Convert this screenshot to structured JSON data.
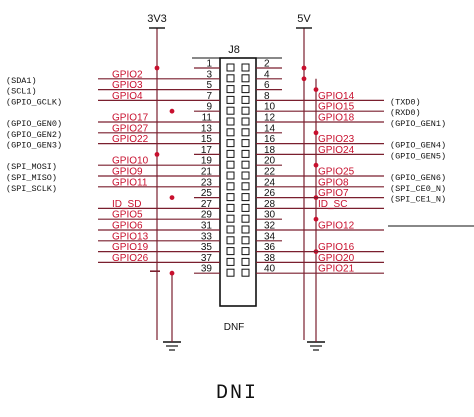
{
  "rails": {
    "left": "3V3",
    "right": "5V"
  },
  "connector": {
    "ref": "J8",
    "note": "DNF"
  },
  "footer": "DNI",
  "rows": [
    {
      "l_pin": "1",
      "r_pin": "2",
      "l_net": "",
      "r_net": "",
      "l_alt": "",
      "r_alt": ""
    },
    {
      "l_pin": "3",
      "r_pin": "4",
      "l_net": "GPIO2",
      "r_net": "",
      "l_alt": "(SDA1)",
      "r_alt": ""
    },
    {
      "l_pin": "5",
      "r_pin": "6",
      "l_net": "GPIO3",
      "r_net": "",
      "l_alt": "(SCL1)",
      "r_alt": ""
    },
    {
      "l_pin": "7",
      "r_pin": "8",
      "l_net": "GPIO4",
      "r_net": "GPIO14",
      "l_alt": "(GPIO_GCLK)",
      "r_alt": "(TXD0)"
    },
    {
      "l_pin": "9",
      "r_pin": "10",
      "l_net": "",
      "r_net": "GPIO15",
      "l_alt": "",
      "r_alt": "(RXD0)"
    },
    {
      "l_pin": "11",
      "r_pin": "12",
      "l_net": "GPIO17",
      "r_net": "GPIO18",
      "l_alt": "(GPIO_GEN0)",
      "r_alt": "(GPIO_GEN1)"
    },
    {
      "l_pin": "13",
      "r_pin": "14",
      "l_net": "GPIO27",
      "r_net": "",
      "l_alt": "(GPIO_GEN2)",
      "r_alt": ""
    },
    {
      "l_pin": "15",
      "r_pin": "16",
      "l_net": "GPIO22",
      "r_net": "GPIO23",
      "l_alt": "(GPIO_GEN3)",
      "r_alt": "(GPIO_GEN4)"
    },
    {
      "l_pin": "17",
      "r_pin": "18",
      "l_net": "",
      "r_net": "GPIO24",
      "l_alt": "",
      "r_alt": "(GPIO_GEN5)"
    },
    {
      "l_pin": "19",
      "r_pin": "20",
      "l_net": "GPIO10",
      "r_net": "",
      "l_alt": "(SPI_MOSI)",
      "r_alt": ""
    },
    {
      "l_pin": "21",
      "r_pin": "22",
      "l_net": "GPIO9",
      "r_net": "GPIO25",
      "l_alt": "(SPI_MISO)",
      "r_alt": "(GPIO_GEN6)"
    },
    {
      "l_pin": "23",
      "r_pin": "24",
      "l_net": "GPIO11",
      "r_net": "GPIO8",
      "l_alt": "(SPI_SCLK)",
      "r_alt": "(SPI_CE0_N)"
    },
    {
      "l_pin": "25",
      "r_pin": "26",
      "l_net": "",
      "r_net": "GPIO7",
      "l_alt": "",
      "r_alt": "(SPI_CE1_N)"
    },
    {
      "l_pin": "27",
      "r_pin": "28",
      "l_net": "ID_SD",
      "r_net": "ID_SC",
      "l_alt": "",
      "r_alt": ""
    },
    {
      "l_pin": "29",
      "r_pin": "30",
      "l_net": "GPIO5",
      "r_net": "",
      "l_alt": "",
      "r_alt": ""
    },
    {
      "l_pin": "31",
      "r_pin": "32",
      "l_net": "GPIO6",
      "r_net": "GPIO12",
      "l_alt": "",
      "r_alt": ""
    },
    {
      "l_pin": "33",
      "r_pin": "34",
      "l_net": "GPIO13",
      "r_net": "",
      "l_alt": "",
      "r_alt": ""
    },
    {
      "l_pin": "35",
      "r_pin": "36",
      "l_net": "GPIO19",
      "r_net": "GPIO16",
      "l_alt": "",
      "r_alt": ""
    },
    {
      "l_pin": "37",
      "r_pin": "38",
      "l_net": "GPIO26",
      "r_net": "GPIO20",
      "l_alt": "",
      "r_alt": ""
    },
    {
      "l_pin": "39",
      "r_pin": "40",
      "l_net": "",
      "r_net": "GPIO21",
      "l_alt": "",
      "r_alt": ""
    }
  ]
}
